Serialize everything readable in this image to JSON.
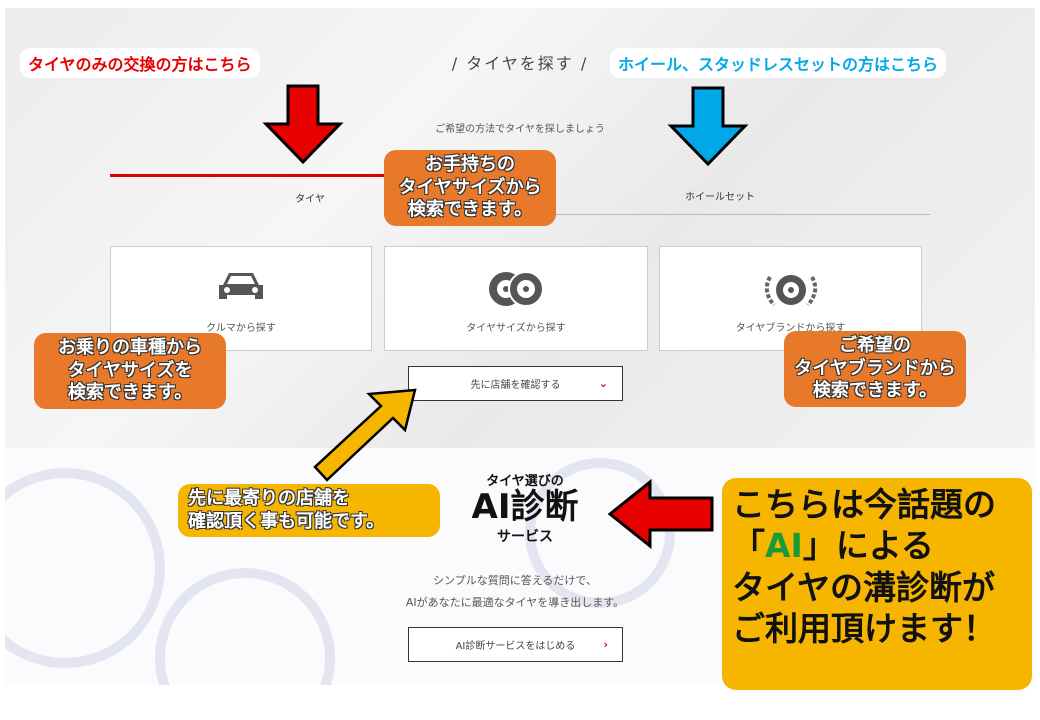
{
  "section": {
    "title": "/ タイヤを探す /",
    "subtitle": "ご希望の方法でタイヤを探しましょう"
  },
  "tabs": [
    {
      "label": "タイヤ",
      "active": true
    },
    {
      "label": "ホイールセット",
      "active": false
    }
  ],
  "cards": [
    {
      "label": "クルマから探す",
      "icon": "car-icon"
    },
    {
      "label": "タイヤサイズから探す",
      "icon": "tires-icon"
    },
    {
      "label": "タイヤブランドから探す",
      "icon": "laurel-tire-icon"
    }
  ],
  "store_button": {
    "label": "先に店舗を確認する",
    "icon": "chevron-down-icon"
  },
  "ai": {
    "logo_top": "タイヤ選びの",
    "logo_main": "AI診断",
    "logo_bottom": "サービス",
    "desc1": "シンプルな質問に答えるだけで、",
    "desc2": "AIがあなたに最適なタイヤを導き出します。",
    "button": "AI診断サービスをはじめる"
  },
  "annotations": {
    "tire_only": "タイヤのみの交換の方はこちら",
    "wheel_set": "ホイール、スタッドレスセットの方はこちら",
    "size_search": [
      "お手持ちの",
      "タイヤサイズから",
      "検索できます。"
    ],
    "car_search": [
      "お乗りの車種から",
      "タイヤサイズを",
      "検索できます。"
    ],
    "brand_search": [
      "ご希望の",
      "タイヤブランドから",
      "検索できます。"
    ],
    "store_check": [
      "先に最寄りの店舗を",
      "確認頂く事も可能です。"
    ],
    "ai_note": {
      "l1": "こちらは今話題の",
      "l2_open": "「",
      "l2_ai": "AI",
      "l2_close": "」による",
      "l3": "タイヤの溝診断が",
      "l4": "ご利用頂けます！"
    }
  },
  "colors": {
    "red": "#e60000",
    "blue": "#00a8e8",
    "orange": "#e8782a",
    "yellow": "#f6b600",
    "ai_green": "#1a9a3a"
  }
}
